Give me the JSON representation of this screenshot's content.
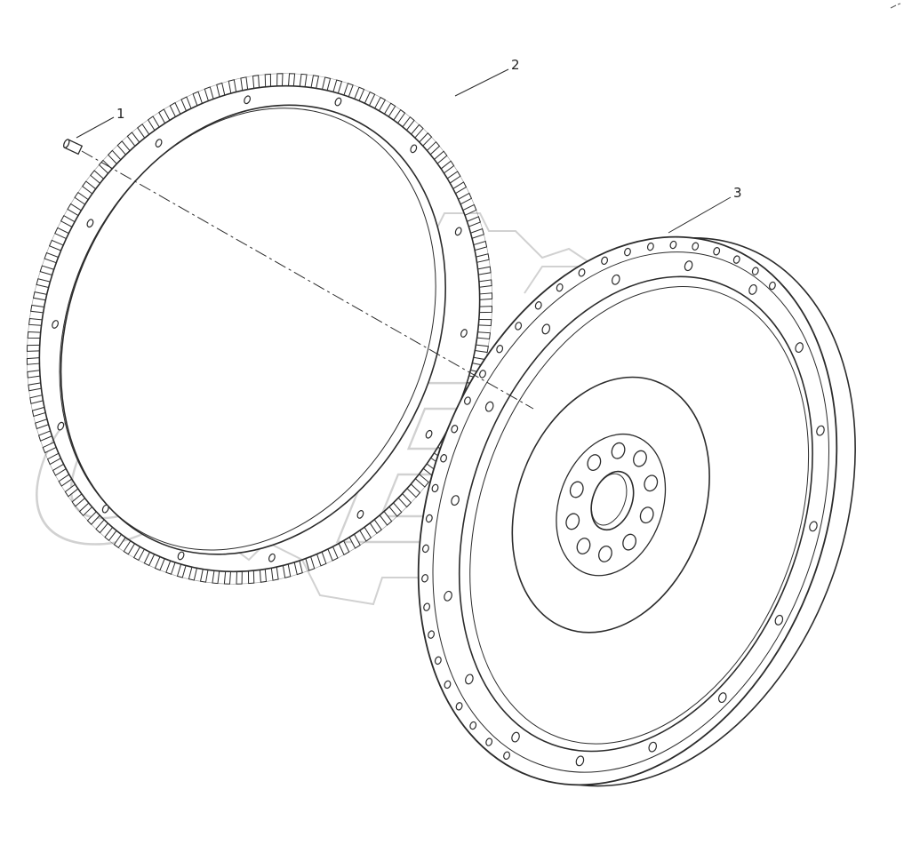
{
  "diagram": {
    "callouts": [
      {
        "id": "1",
        "label": "1"
      },
      {
        "id": "2",
        "label": "2"
      },
      {
        "id": "3",
        "label": "3"
      }
    ],
    "watermark": {
      "text": "OPEX"
    }
  },
  "colors": {
    "line": "#2b2b2b",
    "watermark": "#c9c9c9",
    "background": "#ffffff"
  }
}
